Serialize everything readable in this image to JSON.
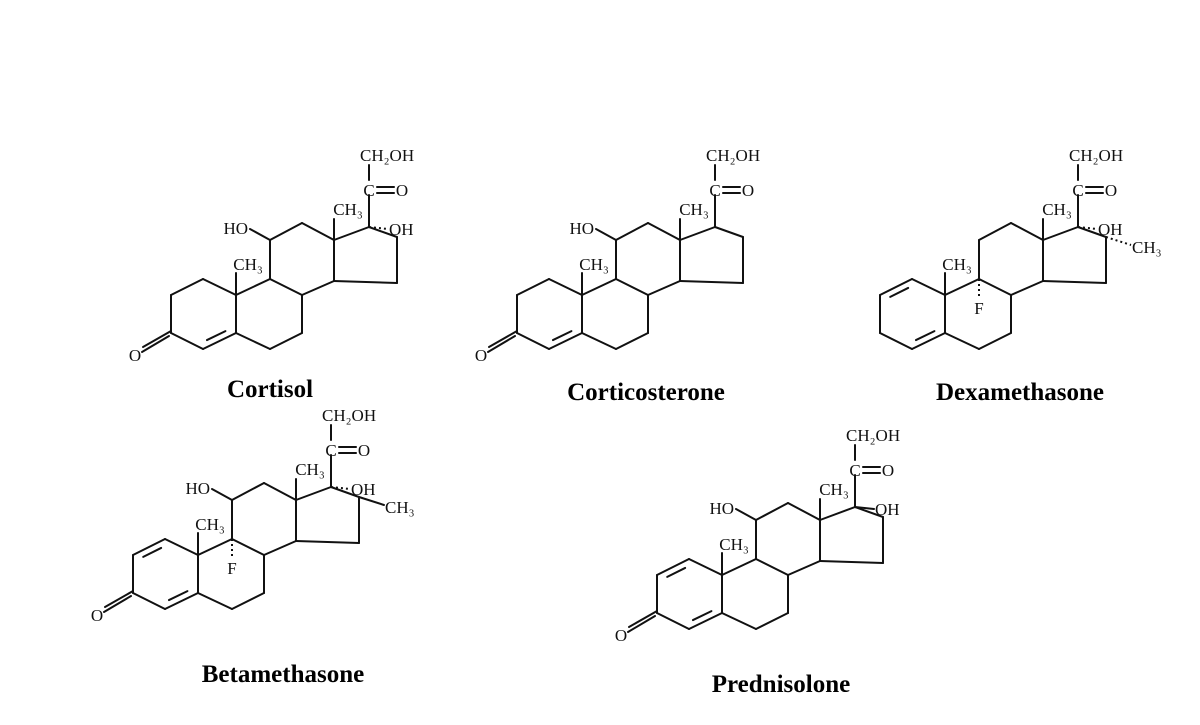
{
  "title": "Corticosteroid structures",
  "labels": {
    "ch2oh": "CH₂OH",
    "carbon": "C",
    "oxygen": "O",
    "methyl": "CH₃",
    "ho": "HO",
    "oh": "OH",
    "fluorine": "F"
  },
  "molecules": [
    {
      "name": "Cortisol",
      "features": {
        "ketone3": true,
        "db1": false,
        "oh11": true,
        "f9": false,
        "oh17": "dash",
        "me16": "none"
      }
    },
    {
      "name": "Corticosterone",
      "features": {
        "ketone3": true,
        "db1": false,
        "oh11": true,
        "f9": false,
        "oh17": "none",
        "me16": "none"
      }
    },
    {
      "name": "Dexamethasone",
      "features": {
        "ketone3": false,
        "db1": true,
        "oh11": false,
        "f9": true,
        "oh17": "dash",
        "me16": "dash"
      }
    },
    {
      "name": "Betamethasone",
      "features": {
        "ketone3": true,
        "db1": true,
        "oh11": true,
        "f9": true,
        "oh17": "dash",
        "me16": "solid"
      }
    },
    {
      "name": "Prednisolone",
      "features": {
        "ketone3": true,
        "db1": true,
        "oh11": true,
        "f9": false,
        "oh17": "solid",
        "me16": "none"
      }
    }
  ]
}
